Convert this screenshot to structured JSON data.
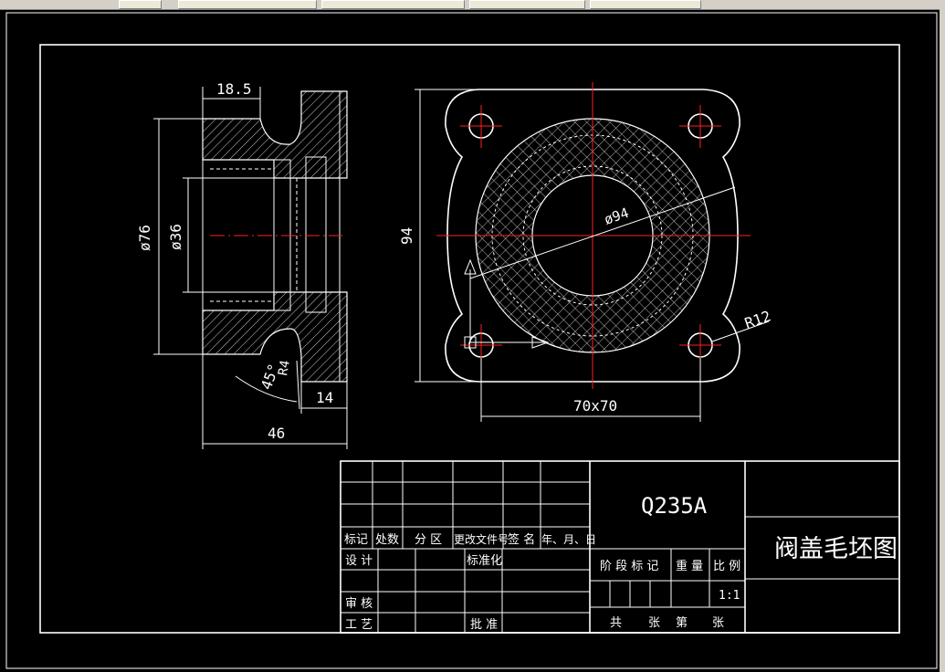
{
  "drawing": {
    "front_view": {
      "dim_top": "18.5",
      "dim_outer_dia": "ø76",
      "dim_inner_dia": "ø36",
      "dim_angle": "45°",
      "dim_radius": "R4",
      "dim_length": "46",
      "dim_flange": "14"
    },
    "side_view": {
      "dim_height": "94",
      "dim_dia": "ø94",
      "dim_radius": "R12",
      "dim_square": "70x70"
    }
  },
  "title_block": {
    "material": "Q235A",
    "drawing_title": "阀盖毛坯图",
    "scale": "1:1",
    "hdr_mark": "标记",
    "hdr_count": "处数",
    "hdr_zone": "分 区",
    "hdr_doc": "更改文件号",
    "hdr_sign": "签 名",
    "hdr_date": "年、月、日",
    "design": "设 计",
    "standard": "标准化",
    "review": "审 核",
    "process": "工 艺",
    "approve": "批 准",
    "stage": "阶 段 标 记",
    "weight": "重 量",
    "ratio": "比 例",
    "total": "共",
    "sheets": "张",
    "page": "第",
    "sheet2": "张"
  }
}
